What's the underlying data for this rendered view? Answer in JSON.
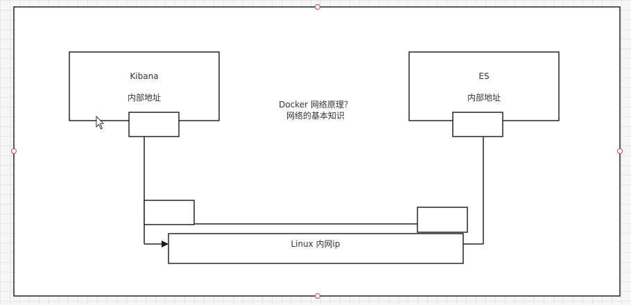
{
  "diagram": {
    "kibana": {
      "title": "Kibana",
      "subtitle": "内部地址"
    },
    "es": {
      "title": "ES",
      "subtitle": "内部地址"
    },
    "center_note": {
      "line1": "Docker 网络原理？",
      "line2": "网络的基本知识"
    },
    "linux_bridge": {
      "label": "Linux 内网ip"
    }
  }
}
